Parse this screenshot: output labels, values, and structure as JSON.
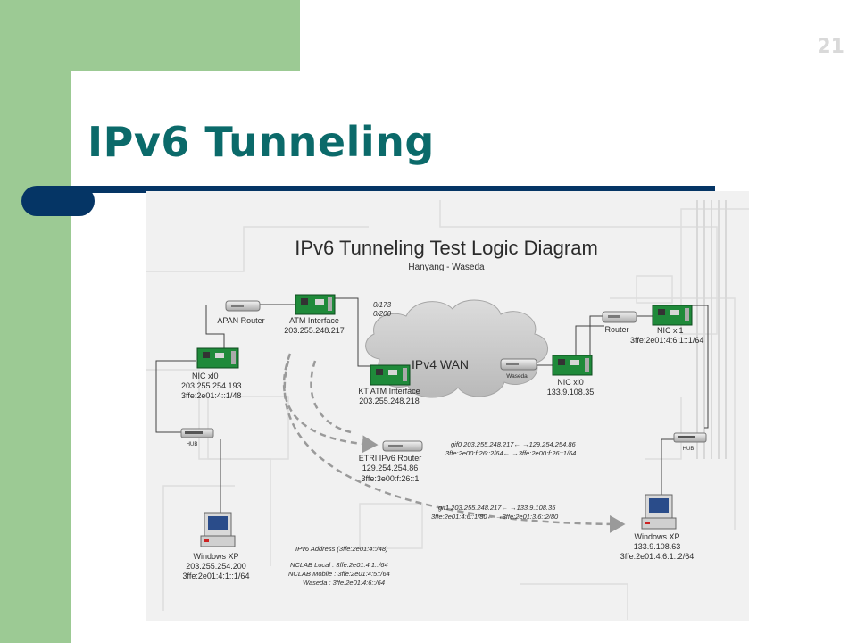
{
  "slide": {
    "number": "21",
    "title": "IPv6 Tunneling"
  },
  "diagram": {
    "title": "IPv6 Tunneling Test Logic Diagram",
    "subtitle": "Hanyang - Waseda",
    "cloud": "IPv4 WAN",
    "nodes": {
      "apan_router": {
        "name": "APAN Router"
      },
      "atm_interface": {
        "name": "ATM Interface",
        "addr": "203.255.248.217"
      },
      "nic_xl0_left": {
        "name": "NIC xl0",
        "addr": "203.255.254.193",
        "addr6": "3ffe:2e01:4::1/48"
      },
      "hub_left": {
        "name": "HUB"
      },
      "kt_atm": {
        "name": "KT ATM Interface",
        "addr": "203.255.248.218"
      },
      "etri_router": {
        "name": "ETRI IPv6 Router",
        "addr": "129.254.254.86",
        "addr6": "3ffe:3e00:f:26::1"
      },
      "waseda": {
        "name": "Waseda"
      },
      "nic_xl0_right": {
        "name": "NIC xl0",
        "addr": "133.9.108.35"
      },
      "router_right": {
        "name": "Router"
      },
      "nic_xl1": {
        "name": "NIC xl1",
        "addr6": "3ffe:2e01:4:6:1::1/64"
      },
      "hub_right": {
        "name": "HUB"
      },
      "pc_left": {
        "name": "Windows XP",
        "addr": "203.255.254.200",
        "addr6": "3ffe:2e01:4:1::1/64"
      },
      "pc_right": {
        "name": "Windows XP",
        "addr": "133.9.108.63",
        "addr6": "3ffe:2e01:4:6:1::2/64"
      }
    },
    "vc": {
      "line1": "0/173",
      "line2": "0/200"
    },
    "gif0": {
      "line1": "gif0 203.255.248.217← →129.254.254.86",
      "line2": "3ffe:2e00:f:26::2/64← →3ffe:2e00:f:26::1/64"
    },
    "gif1": {
      "line1": "gif1 203.255.248.217← →133.9.108.35",
      "line2": "3ffe:2e01:4:6::1/80← →3ffe:2e01:3:6::2/80"
    },
    "notes": {
      "line1": "IPv6 Address (3ffe:2e01:4::/48)",
      "line2": "NCLAB Local : 3ffe:2e01:4:1::/64",
      "line3": "NCLAB Mobile : 3ffe:2e01:4:5::/64",
      "line4": "Waseda : 3ffe:2e01:4:6::/64"
    }
  },
  "colors": {
    "accent_green": "#9cca94",
    "title_teal": "#0b6a6a",
    "rule_navy": "#053565",
    "nic_green": "#1f8a3a"
  }
}
